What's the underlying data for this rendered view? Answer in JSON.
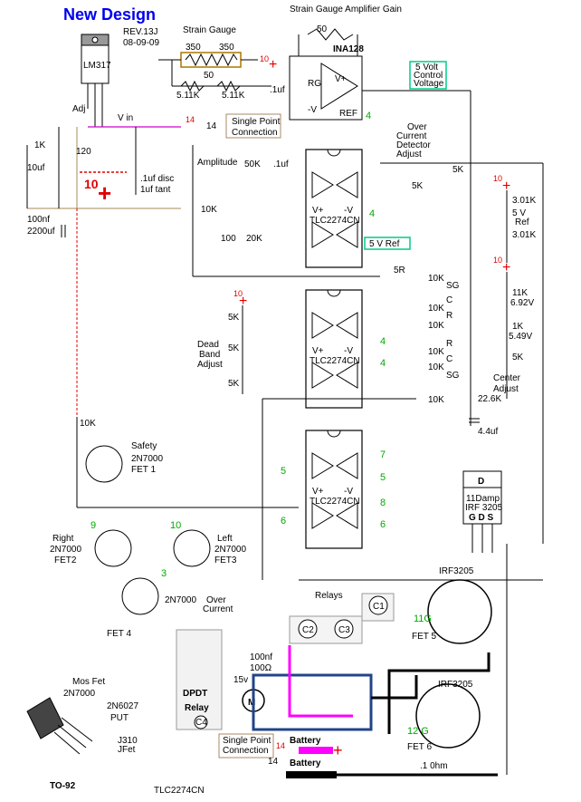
{
  "title": "New Design",
  "revision": "REV.13J",
  "date": "08-09-09",
  "labels": {
    "strain_gauge": "Strain Gauge",
    "amp_gain": "Strain Gauge Amplifier Gain",
    "ina": "INA128",
    "five_volt_1": "5 Volt",
    "five_volt_2": "Control",
    "five_volt_3": "Voltage",
    "overcurrent_1": "Over",
    "overcurrent_2": "Current",
    "overcurrent_3": "Detector",
    "overcurrent_4": "Adjust",
    "amplitude": "Amplitude",
    "vin": "V in",
    "adj": "Adj",
    "lm317": "LM317",
    "single_point_1": "Single Point",
    "single_point_2": "Connection",
    "cap_disc": ".1uf disc",
    "cap_tant": "1uf tant",
    "cap_100nf": "100nf",
    "cap_2200": "2200uf",
    "cap_10uf": "10uf",
    "tlc": "TLC2274CN",
    "five_v_ref": "5 V Ref",
    "five_v_ref2": "5 V",
    "ref_word": "Ref",
    "dead_1": "Dead",
    "dead_2": "Band",
    "dead_3": "Adjust",
    "center_1": "Center",
    "center_2": "Adjust",
    "safety_1": "Safety",
    "safety_2": "2N7000",
    "safety_3": "FET 1",
    "right_1": "Right",
    "right_2": "2N7000",
    "right_3": "FET2",
    "left_1": "Left",
    "left_2": "2N7000",
    "left_3": "FET3",
    "fet4": "FET 4",
    "fet4_part": "2N7000",
    "overcurrent_lbl_1": "Over",
    "overcurrent_lbl_2": "Current",
    "relays": "Relays",
    "dpdt_1": "DPDT",
    "dpdt_2": "Relay",
    "battery": "Battery",
    "battery_plus": "+",
    "ohm": ".1 0hm",
    "irf_1": "IRF3205",
    "irf_2": "IRF3205",
    "fet5": "FET 5",
    "fet6": "FET 6",
    "irf_box_1": "11Damp",
    "irf_box_2": "IRF 3205",
    "irf_box_3": "G D S",
    "to92": "TO-92",
    "mosfet": "Mos Fet",
    "mosfet_part": "2N7000",
    "put": "2N6027",
    "put_lbl": "PUT",
    "jfet": "J310",
    "jfet_lbl": "JFet",
    "tlc_bottom": "TLC2274CN",
    "vplus": "V+",
    "vminus": "-V",
    "ref": "REF",
    "rg": "RG",
    "v1": "6.92V",
    "v2": "5.49V",
    "r_350a": "350",
    "r_350b": "350",
    "r_50": "50",
    "r_50b": "50",
    "r_511a": "5.11K",
    "r_511b": "5.11K",
    "r_1k": "1K",
    "r_120": "120",
    "r_50k": "50K",
    "r_10k": "10K",
    "r_100": "100",
    "r_20k": "20K",
    "r_5k": "5K",
    "r_5k2": "5K",
    "r_3k01a": "3.01K",
    "r_3k01b": "3.01K",
    "r_11k": "11K",
    "r_1kb": "1K",
    "r_5kc": "5K",
    "r_22k": "22.6K",
    "c_4u4": "4.4uf",
    "c_1uf": ".1uf",
    "c_1uf2": ".1uf",
    "r_10k_safety": "10K",
    "r_10k_fet": "10K",
    "r_5R": "5R",
    "cap_100nf2": "100nf",
    "r_100ohm": "100Ω",
    "v15": "15v",
    "m": "M",
    "c1": "C1",
    "c2": "C2",
    "c3": "C3",
    "c4": "C4",
    "sg": "SG",
    "c": "C",
    "rr": "R",
    "num_10": "10",
    "num_14": "14",
    "num_4": "4",
    "num_3": "3",
    "num_9": "9",
    "num_5": "5",
    "num_6": "6",
    "num_7": "7",
    "num_8": "8",
    "num_11": "11",
    "num_12": "12",
    "g_11g": "11G",
    "g_12g": "12 G"
  }
}
